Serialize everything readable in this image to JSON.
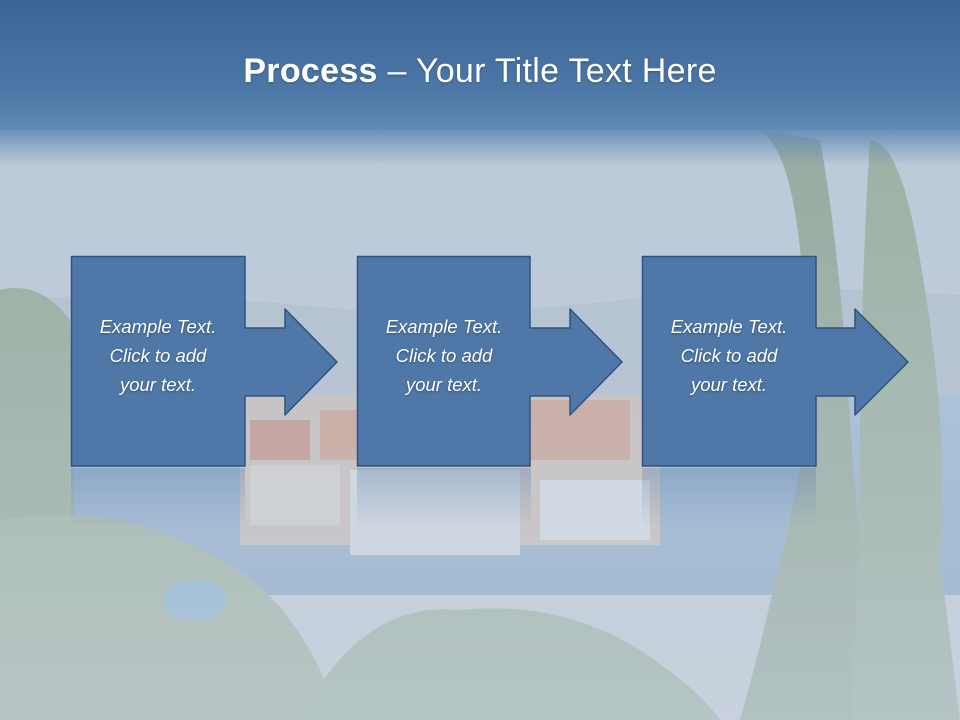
{
  "slide": {
    "title_bold": "Process",
    "title_rest": " – Your Title Text Here"
  },
  "steps": [
    {
      "line1": "Example Text.",
      "line2": "Click  to add",
      "line3": "your text."
    },
    {
      "line1": "Example Text.",
      "line2": "Click  to add",
      "line3": "your text."
    },
    {
      "line1": "Example Text.",
      "line2": "Click  to add",
      "line3": "your text."
    }
  ],
  "colors": {
    "header": "#3a6596",
    "box_fill": "#4f78a8",
    "box_stroke": "#2e5380",
    "text": "#ffffff"
  }
}
